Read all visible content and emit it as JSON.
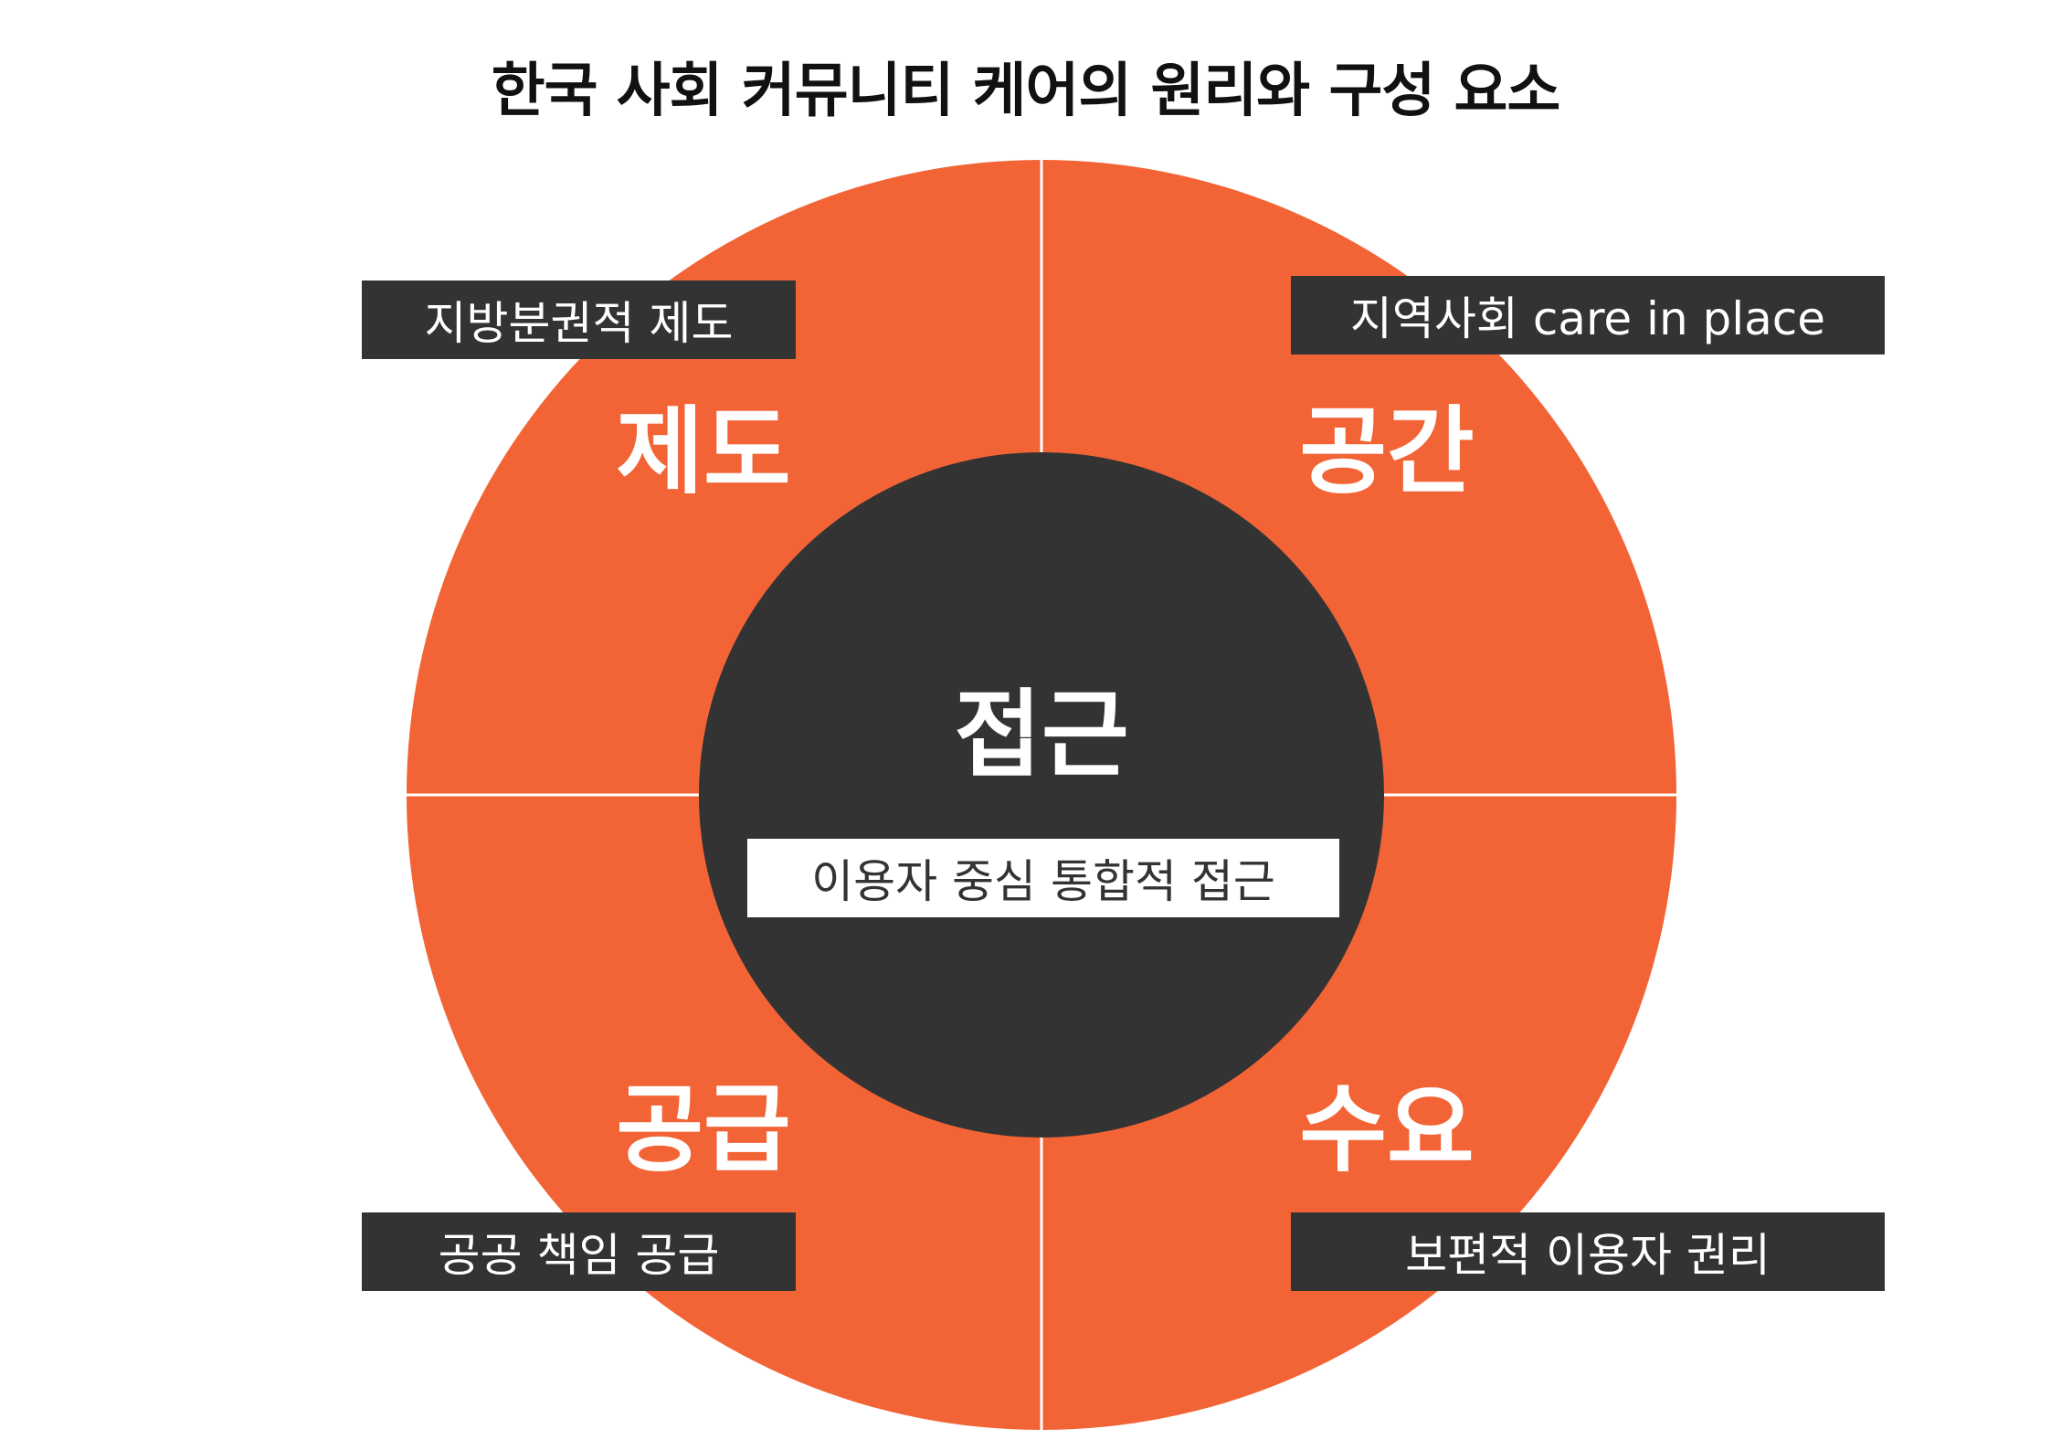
{
  "title": "한국 사회 커뮤니티 케어의 원리와 구성 요소",
  "colors": {
    "outer_ring": "#F26436",
    "center_circle": "#333333",
    "divider": "#ffffff",
    "tag_background": "#333333",
    "tag_text": "#ffffff",
    "center_tag_background": "#ffffff",
    "center_tag_text": "#333333"
  },
  "center": {
    "label": "접근",
    "tag": "이용자 중심 통합적 접근"
  },
  "quadrants": {
    "top_left": {
      "label": "제도",
      "tag": "지방분권적 제도"
    },
    "top_right": {
      "label": "공간",
      "tag": "지역사회 care in place"
    },
    "bottom_left": {
      "label": "공급",
      "tag": "공공 책임 공급"
    },
    "bottom_right": {
      "label": "수요",
      "tag": "보편적 이용자 권리"
    }
  }
}
